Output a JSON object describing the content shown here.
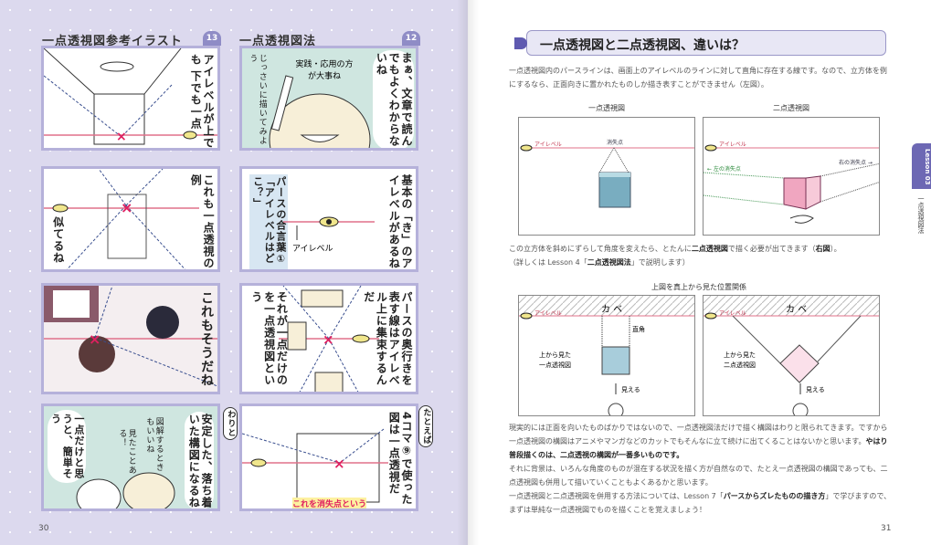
{
  "left_page": {
    "sections": [
      {
        "title": "一点透視図参考イラスト",
        "number": "13"
      },
      {
        "title": "一点透視図法",
        "number": "12"
      }
    ],
    "comic13": [
      {
        "text": "アイレベルが上でも 下でも一点"
      },
      {
        "text": "これも一点透視の例",
        "aside": "似てるね"
      },
      {
        "text": "これもそうだね"
      },
      {
        "text": "安定した、落ち着いた構図になるね",
        "bubble": "わりと",
        "aside1": "図解するときもいいね",
        "aside2": "見たことある！",
        "aside3": "一点だけと思うと、簡単そう"
      }
    ],
    "comic12": [
      {
        "text": "まぁ、文章で読んでもよくわからないね",
        "aside1": "実践・応用の方が大事ね",
        "aside2": "じっさいに描いてみよう"
      },
      {
        "text": "基本の「き」のアイレベルがあるね",
        "label": "アイレベル",
        "note": "パースの合言葉① 「アイレベルはどこ？」"
      },
      {
        "text": "パースの奥行きを表す線はアイレベル上に集束するんだ",
        "aside": "それが一点だけのを一点透視図という"
      },
      {
        "text": "4コマ⑨で使った図は一点透視だ",
        "bubble": "たとえば",
        "caption": "これを消失点という"
      }
    ],
    "page_number": "30"
  },
  "right_page": {
    "heading": "一点透視図と二点透視図、違いは？",
    "para1": "一点透視図内のパースラインは、画面上のアイレベルのラインに対して直角に存在する線です。なので、立方体を例にするなら、正面向きに置かれたものしか描き表すことができません（左図）。",
    "fig1_captions": [
      "一点透視図",
      "二点透視図"
    ],
    "fig1_labels": {
      "eye_level": "アイレベル",
      "vanishing_point": "消失点",
      "left_vp": "← 左の消失点",
      "right_vp": "右の消失点 →"
    },
    "para2a": "この立方体を斜めにずらして角度を変えたら、とたんに",
    "para2b": "二点透視図",
    "para2c": "で描く必要が出てきます（",
    "para2d": "右図",
    "para2e": "）。",
    "para3a": "（詳しくは Lesson 4「",
    "para3b": "二点透視図法",
    "para3c": "」で説明します）",
    "fig2_title": "上図を真上から見た位置関係",
    "fig2_labels": {
      "eye_level": "アイレベル",
      "wall": "カ ベ",
      "right_angle": "直角",
      "top_one": "上から見た 一点透視図",
      "top_two": "上から見た 二点透視図",
      "see": "見える"
    },
    "para4a": "現実的には正面を向いたものばかりではないので、一点透視図法だけで描く構図はわりと限られてきます。ですから一点透視図の構図はアニメやマンガなどのカットでもそんなに立て続けに出てくることはないかと思います。",
    "para4b": "やはり普段描くのは、二点透視の構図が一番多いものです。",
    "para5": "それに背景は、いろんな角度のものが混在する状況を描く方が自然なので、たとえ一点透視図の構図であっても、二点透視図も併用して描いていくこともよくあるかと思います。",
    "para6a": "一点透視図と二点透視図を併用する方法については、Lesson 7「",
    "para6b": "パースからズレたものの描き方",
    "para6c": "」で学びますので、まずは単純な一点透視図でものを描くことを覚えましょう！",
    "side_tab": "Lesson 03",
    "side_sub": "一点透視図法",
    "page_number": "31"
  },
  "colors": {
    "lavender": "#dcd9ee",
    "accent": "#6d68b4",
    "eye_line": "#e0708a",
    "cube_blue": "#79adc0",
    "cube_pink": "#f0a6c0",
    "vp_red": "#e02060"
  }
}
